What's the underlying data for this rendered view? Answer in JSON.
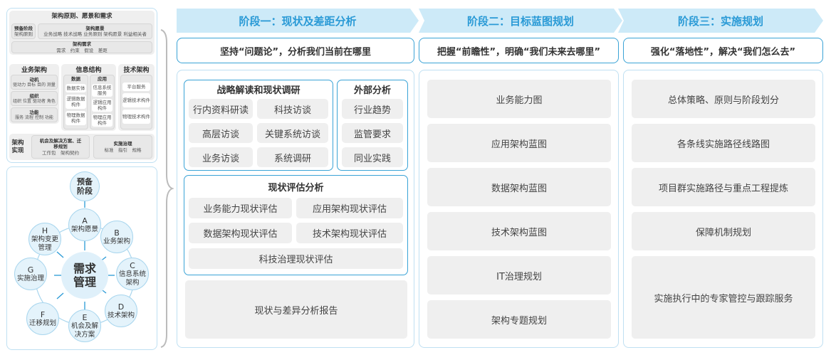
{
  "left_top": {
    "title": "架构原则、愿景和需求",
    "prep": {
      "title": "预备阶段",
      "sub": "架构原则"
    },
    "vision": {
      "title": "架构愿景",
      "sub": "业务战略 技术战略 业务原则 架构愿景 利益相关者"
    },
    "req": {
      "title": "架构需求",
      "sub": "需求　约束　假设　差距"
    },
    "business": {
      "title": "业务架构",
      "items": [
        {
          "title": "动机",
          "sub": "驱动力 目标 目的 测量"
        },
        {
          "title": "组织",
          "sub": "组织 位置 驱动者 角色"
        },
        {
          "title": "功能",
          "sub": "服务 流程 控制 功能"
        }
      ]
    },
    "info": {
      "title": "信息结构",
      "data": {
        "title": "数据",
        "items": [
          "数据实体",
          "逻辑数据构件",
          "物理数据构件"
        ]
      },
      "app": {
        "title": "应用",
        "items": [
          "信息系统服务",
          "逻辑应用构件",
          "物理应用构件"
        ]
      }
    },
    "tech": {
      "title": "技术架构",
      "items": [
        "平台服务",
        "逻辑技术构件",
        "物理技术构件"
      ]
    },
    "impl": {
      "title": "架构实现",
      "opp": {
        "title": "机会及解决方案、迁移规划",
        "sub": "工作包　架构契约"
      },
      "gov": {
        "title": "实施治理",
        "sub": "标准　指引　规格"
      }
    }
  },
  "cycle": {
    "center": "需求管理",
    "prep": "预备阶段",
    "nodes": [
      {
        "letter": "A",
        "label": "架构愿景"
      },
      {
        "letter": "B",
        "label": "业务架构"
      },
      {
        "letter": "C",
        "label": "信息系统架构"
      },
      {
        "letter": "D",
        "label": "技术架构"
      },
      {
        "letter": "E",
        "label": "机会及解决方案"
      },
      {
        "letter": "F",
        "label": "迁移规划"
      },
      {
        "letter": "G",
        "label": "实施治理"
      },
      {
        "letter": "H",
        "label": "架构变更管理"
      }
    ]
  },
  "stages": [
    {
      "title": "阶段一：现状及差距分析",
      "slogan": "坚持“问题论”，分析我们当前在哪里"
    },
    {
      "title": "阶段二：目标蓝图规划",
      "slogan": "把握“前瞻性”，明确“我们未来去哪里”"
    },
    {
      "title": "阶段三：实施规划",
      "slogan": "强化“落地性”，解决“我们怎么去”"
    }
  ],
  "stage1": {
    "research": {
      "title": "战略解读和现状调研",
      "items": [
        "行内资料研读",
        "科技访谈",
        "高层访谈",
        "关键系统访谈",
        "业务访谈",
        "系统调研"
      ]
    },
    "external": {
      "title": "外部分析",
      "items": [
        "行业趋势",
        "监管要求",
        "同业实践"
      ]
    },
    "assessment": {
      "title": "现状评估分析",
      "items": [
        "业务能力现状评估",
        "应用架构现状评估",
        "数据架构现状评估",
        "技术架构现状评估",
        "科技治理现状评估"
      ]
    },
    "report": "现状与差异分析报告"
  },
  "stage2": {
    "items": [
      "业务能力图",
      "应用架构蓝图",
      "数据架构蓝图",
      "技术架构蓝图",
      "IT治理规划",
      "架构专题规划"
    ]
  },
  "stage3": {
    "items": [
      "总体策略、原则与阶段划分",
      "各条线实施路径线路图",
      "项目群实施路径与重点工程提炼",
      "保障机制规划",
      "实施执行中的专家管控与跟踪服务"
    ]
  },
  "colors": {
    "accent": "#2a9ad6",
    "header_bg": "#cdeaf8",
    "border": "#3aa3d6",
    "item_bg": "#efefef"
  }
}
